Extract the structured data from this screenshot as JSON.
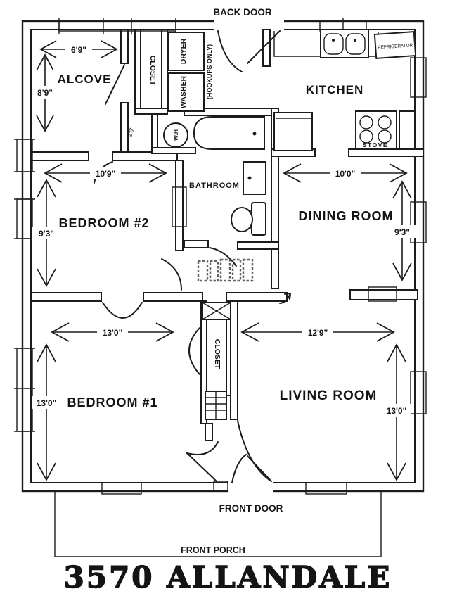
{
  "title": "3570 ALLANDALE",
  "doors": {
    "back": "BACK DOOR",
    "front": "FRONT DOOR",
    "porch": "FRONT PORCH",
    "size_annotation": "2'6\""
  },
  "rooms": {
    "alcove": {
      "name": "ALCOVE",
      "width": "6'9\"",
      "height": "8'9\""
    },
    "bedroom2": {
      "name": "BEDROOM #2",
      "width": "10'9\"",
      "height": "9'3\""
    },
    "dining": {
      "name": "DINING ROOM",
      "width": "10'0\"",
      "height": "9'3\""
    },
    "bedroom1": {
      "name": "BEDROOM #1",
      "width": "13'0\"",
      "height": "13'0\""
    },
    "living": {
      "name": "LIVING ROOM",
      "width": "12'9\"",
      "height": "13'0\""
    },
    "kitchen": {
      "name": "KITCHEN"
    },
    "bathroom": {
      "name": "BATHROOM"
    }
  },
  "fixtures": {
    "closet_upper": "CLOSET",
    "closet_lower": "CLOSET",
    "dryer": "DRYER",
    "washer": "WASHER",
    "hookups": "(HOOKUPS ONLY)",
    "refrigerator": "REFRIGERATOR",
    "stove": "STOVE",
    "water_heater": "W.H"
  },
  "colors": {
    "ink": "#1c1c1c",
    "paper": "#ffffff"
  }
}
